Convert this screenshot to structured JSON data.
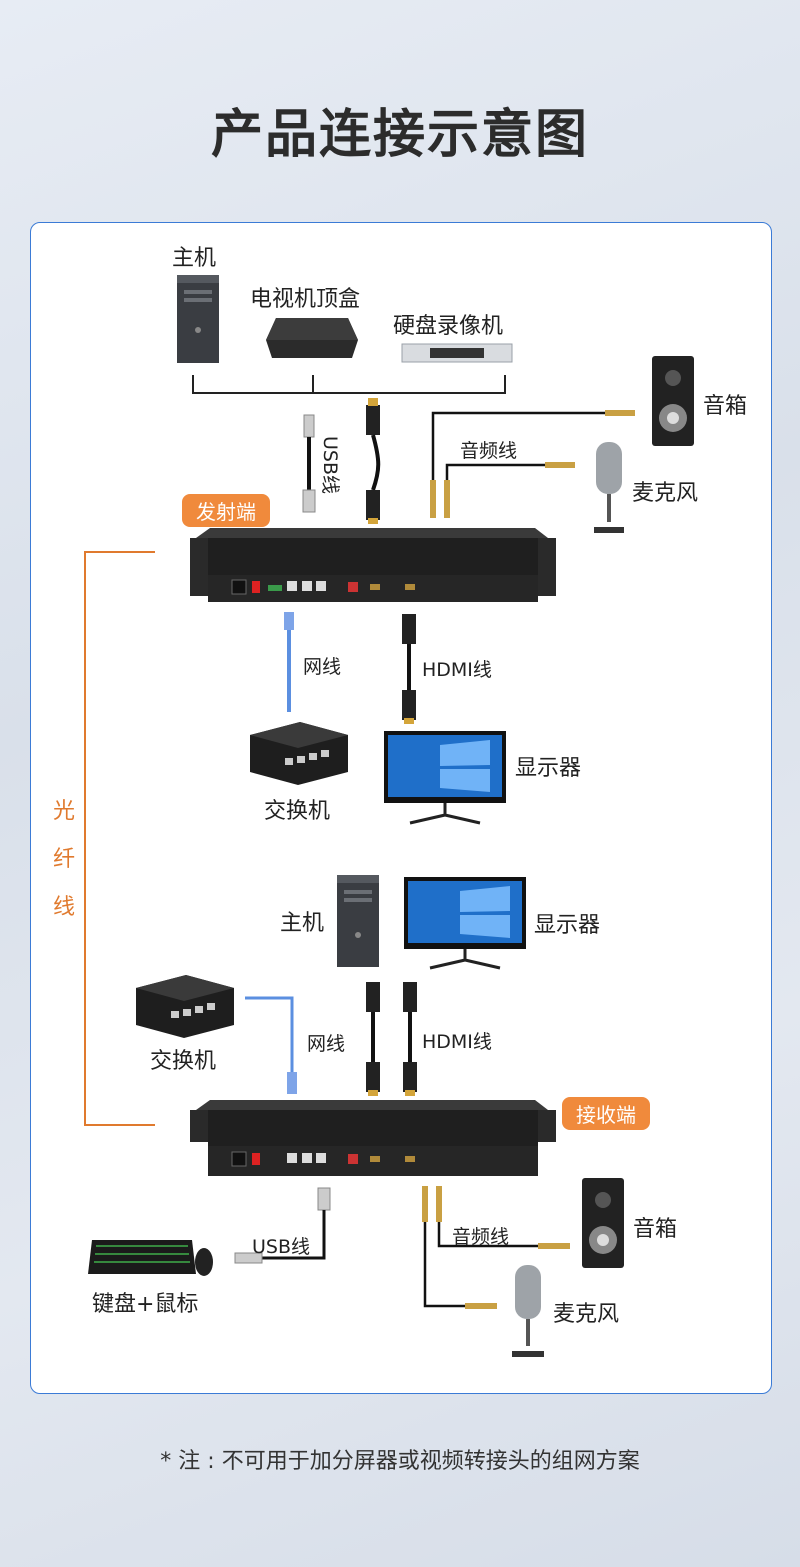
{
  "title": "产品连接示意图",
  "fiber_label": [
    "光",
    "纤",
    "线"
  ],
  "transmitter": {
    "tag": "发射端",
    "sources": {
      "host": "主机",
      "stb": "电视机顶盒",
      "nvr": "硬盘录像机"
    },
    "usb_cable": "USB线",
    "audio_cable": "音频线",
    "speaker": "音箱",
    "microphone": "麦克风",
    "network_cable": "网线",
    "hdmi_cable": "HDMI线",
    "switch": "交换机",
    "monitor": "显示器"
  },
  "receiver": {
    "tag": "接收端",
    "host": "主机",
    "monitor": "显示器",
    "switch": "交换机",
    "network_cable": "网线",
    "hdmi_cable": "HDMI线",
    "usb_cable": "USB线",
    "keyboard_mouse": "键盘+鼠标",
    "audio_cable": "音频线",
    "speaker": "音箱",
    "microphone": "麦克风"
  },
  "footnote": "* 注 : 不可用于加分屏器或视频转接头的组网方案",
  "colors": {
    "accent_orange": "#f08a3c",
    "fiber_line": "#e07a2e",
    "panel_border": "#3b7bd6",
    "network_cable": "#5b8fe0",
    "device_body": "#1f1f1f"
  }
}
